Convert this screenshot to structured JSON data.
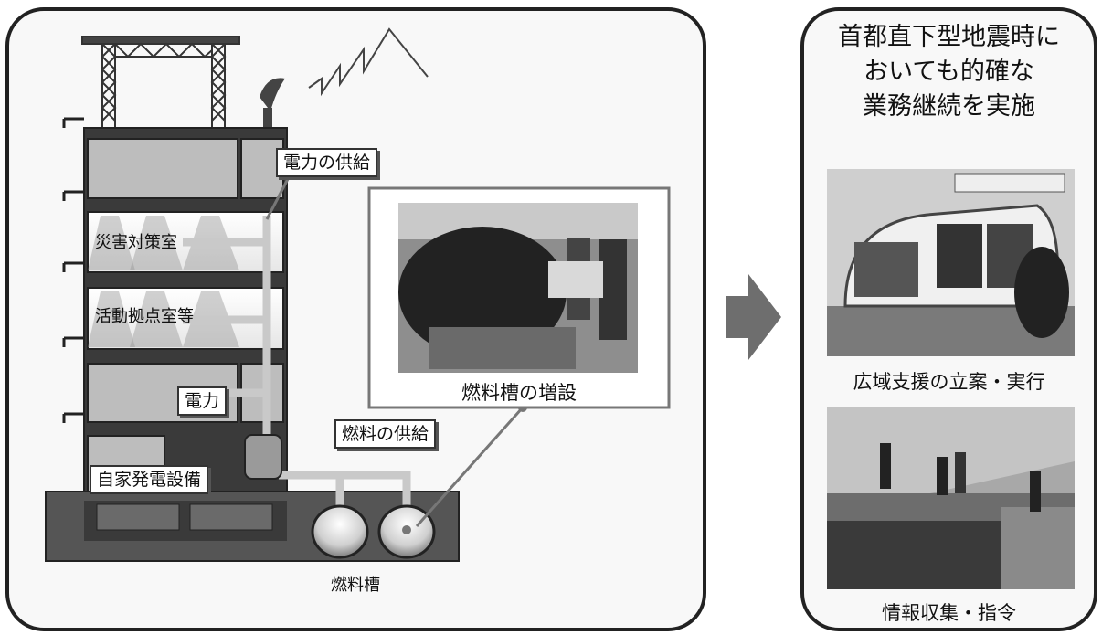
{
  "left": {
    "callouts": {
      "power_supply": "電力の供給",
      "power": "電力",
      "generator": "自家発電設備",
      "fuel_supply": "燃料の供給"
    },
    "rooms": {
      "disaster_hq": "災害対策室",
      "activity_base": "活動拠点室等"
    },
    "tank_photo_caption": "燃料槽の増設",
    "tank_label": "燃料槽"
  },
  "right": {
    "title_lines": [
      "首都直下型地震時に",
      "おいても的確な",
      "業務継続を実施"
    ],
    "photos": [
      {
        "caption": "広域支援の立案・実行",
        "icon": "helicopter-photo"
      },
      {
        "caption": "情報収集・指令",
        "icon": "rescue-team-photo"
      }
    ]
  },
  "colors": {
    "frame": "#222222",
    "floor_fill": "#bdbdbd",
    "arrow": "#6e6e6e"
  }
}
